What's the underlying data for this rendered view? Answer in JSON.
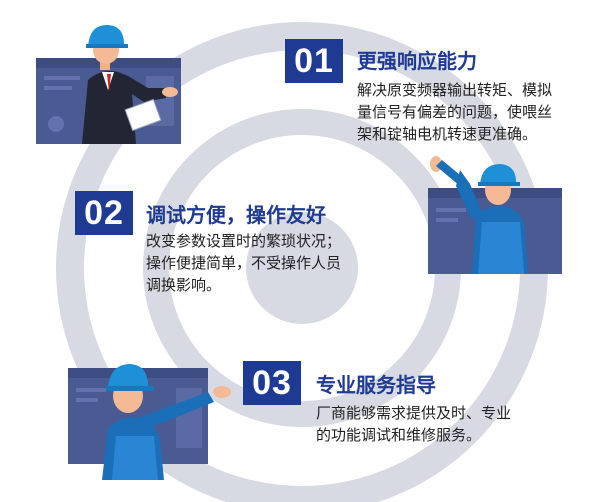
{
  "items": [
    {
      "number": "01",
      "title": "更强响应能力",
      "desc_lines": [
        "解决原变频器输出转矩、模拟",
        "量信号有偏差的问题，使喂丝",
        "架和锭轴电机转速更准确。"
      ]
    },
    {
      "number": "02",
      "title": "调试方便，操作友好",
      "desc_lines": [
        "改变参数设置时的繁琐状况；",
        "操作便捷简单，不受操作人员",
        "调换影响。"
      ]
    },
    {
      "number": "03",
      "title": "专业服务指导",
      "desc_lines": [
        "厂商能够需求提供及时、专业",
        "的功能调试和维修服务。"
      ]
    }
  ],
  "icons": [
    "businessman-presenting-icon",
    "worker-pointing-icon",
    "worker-pointing-icon"
  ],
  "colors": {
    "accent": "#1f3a93",
    "rings": "#d4d6e0",
    "screen": "#4a5a93",
    "helmet": "#1e90d8",
    "shirt": "#1a6fb8"
  }
}
